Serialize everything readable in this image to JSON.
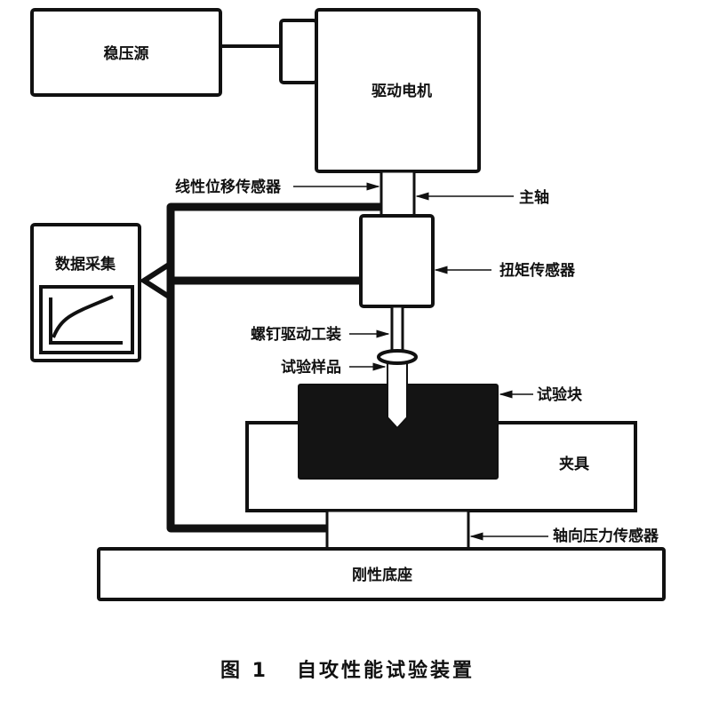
{
  "figure": {
    "caption_number": "图 1",
    "caption_title": "自攻性能试验装置"
  },
  "components": {
    "power_supply": "稳压源",
    "drive_motor": "驱动电机",
    "linear_displacement_sensor": "线性位移传感器",
    "spindle": "主轴",
    "data_acquisition": "数据采集",
    "torque_sensor": "扭矩传感器",
    "screw_drive_tool": "螺钉驱动工装",
    "test_sample": "试验样品",
    "test_block": "试验块",
    "fixture": "夹具",
    "axial_force_sensor": "轴向压力传感器",
    "rigid_base": "刚性底座"
  },
  "colors": {
    "ink": "#111111",
    "paper": "#ffffff"
  }
}
